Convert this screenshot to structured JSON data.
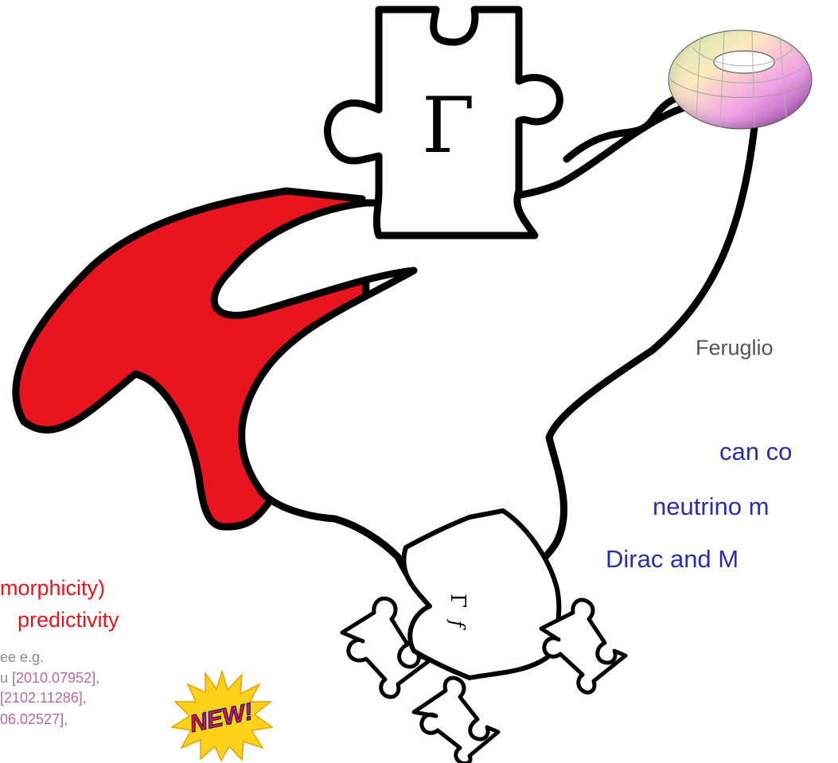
{
  "symbols": {
    "gamma_big": "Γ",
    "gamma_small": "Γ",
    "f_small": "f"
  },
  "left": {
    "line1": "morphicity)",
    "line2": "predictivity",
    "refs": [
      {
        "text": "ee e.g.",
        "color": "#8a8a8a"
      },
      {
        "text": "u ",
        "color": "#8a8a8a",
        "cont": "[2010.07952],",
        "cont_color": "#b56aa6"
      },
      {
        "text": "[2102.11286],",
        "color": "#b56aa6"
      },
      {
        "text": "06.02527],",
        "color": "#b56aa6"
      }
    ],
    "new_badge": "NEW!"
  },
  "right": {
    "author": "Feruglio",
    "line1": "can co",
    "line2": "neutrino m",
    "line3": "Dirac and M"
  },
  "colors": {
    "red": "#e8141e",
    "blue": "#2c2cb0",
    "gray": "#555555",
    "ref_gray": "#8a8a8a",
    "ref_purple": "#b56aa6",
    "outline": "#000000"
  }
}
